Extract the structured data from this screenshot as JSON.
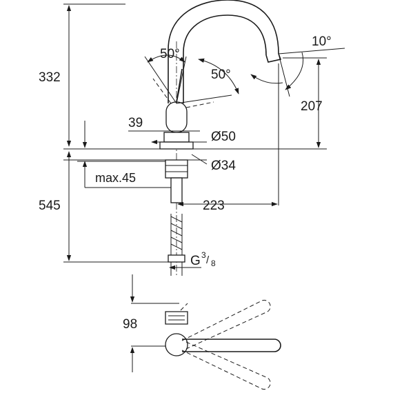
{
  "dimensions": {
    "height_upper": "332",
    "height_lower": "545",
    "spout_height": "207",
    "spout_tilt": "10°",
    "handle_angle_left": "50°",
    "handle_angle_right": "50°",
    "body_offset": "39",
    "body_diameter": "Ø50",
    "hole_diameter": "Ø34",
    "max_thickness": "max.45",
    "spout_reach": "223",
    "thread_prefix": "G",
    "thread_num": "3",
    "thread_den": "8",
    "top_view_depth": "98"
  }
}
